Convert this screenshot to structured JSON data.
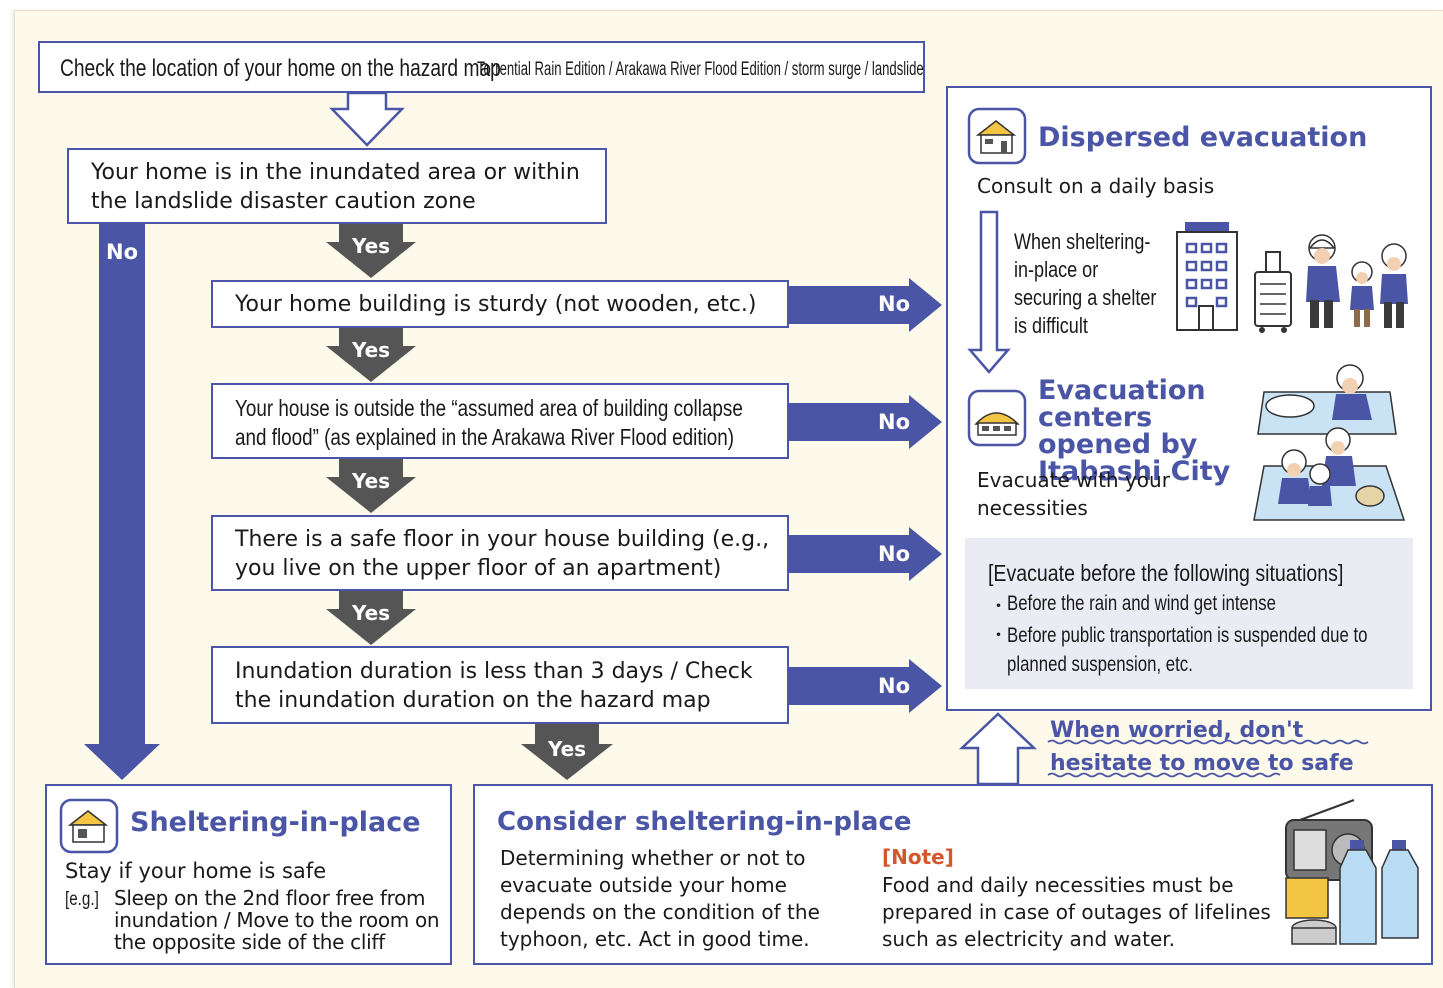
{
  "top": {
    "main": "Check the location of your home on the hazard map",
    "editions": "Torrential Rain Edition / Arakawa River Flood Edition / storm surge / landslide"
  },
  "conditions": [
    "Your home is in the inundated area or within the landslide disaster caution zone",
    "Your home building is sturdy (not wooden, etc.)",
    "Your house is outside the “assumed area of building collapse and flood” (as explained in the Arakawa River Flood edition)",
    "There is a safe floor in your house building (e.g., you live on the upper floor of an apartment)",
    "Inundation duration is less than 3 days / Check the inundation duration on the hazard map"
  ],
  "labels": {
    "yes": "Yes",
    "no": "No"
  },
  "dispersed": {
    "title": "Dispersed evacuation",
    "consult": "Consult on a daily basis",
    "when": "When sheltering-in-place or securing a shelter is difficult"
  },
  "centers": {
    "title": "Evacuation centers opened by Itabashi City",
    "note": "Evacuate with your necessities"
  },
  "before": {
    "title": "[Evacuate before the following situations]",
    "items": [
      "Before the rain and wind get intense",
      "Before public transportation is suspended due to planned suspension, etc."
    ]
  },
  "worried": "When worried, don't hesitate to move to safe areas!",
  "sheltering": {
    "title": "Sheltering-in-place",
    "stay": "Stay if your home is safe",
    "eg": "[e.g.]",
    "eg_text": "Sleep on the 2nd floor free from inundation / Move to the room on the opposite side of the cliff"
  },
  "consider": {
    "title": "Consider sheltering-in-place",
    "text": "Determining whether or not to evacuate outside your home depends on the condition of the typhoon, etc. Act in good time.",
    "note_label": "[Note]",
    "note_text": "Food and daily necessities must be prepared in case of outages of lifelines such as electricity and water."
  },
  "colors": {
    "accent": "#4a55a6",
    "arrow_dark": "#555555",
    "panel": "#fdfaeb",
    "note": "#d4572a",
    "pale": "#ebebf4"
  },
  "icons": [
    "house-icon",
    "evacuation-center-icon",
    "building-icon",
    "suitcase-icon",
    "radio-icon",
    "water-bottle-icon"
  ]
}
